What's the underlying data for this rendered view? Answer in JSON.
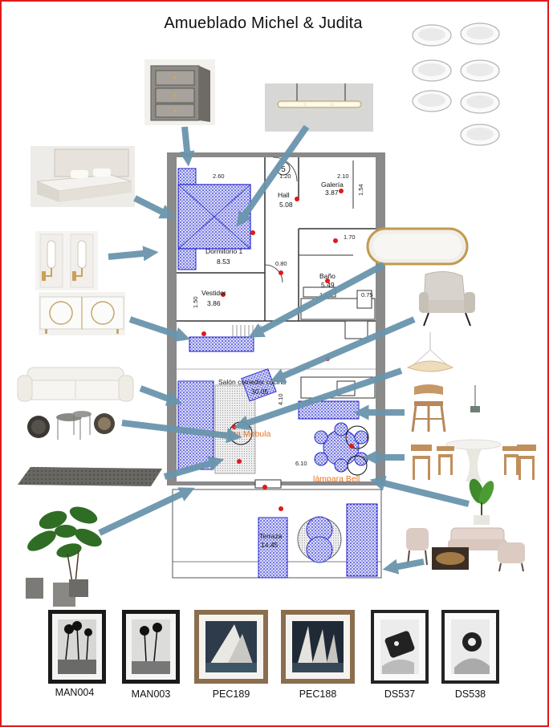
{
  "title": "Amueblado Michel & Judita",
  "colors": {
    "frame": "#e11b1b",
    "arrow": "#6a95ad",
    "zone_fill": "#3a3ad8",
    "label_orange": "#e8731e",
    "wall": "#8a8a8a",
    "dot": "#e01919"
  },
  "plan": {
    "room_number": "5",
    "dims": {
      "d260": "2.60",
      "d120": "1.20",
      "d210": "2.10",
      "d154": "1.54",
      "d170": "1.70",
      "d080": "0.80",
      "d165": "1.65",
      "d075": "0.75",
      "d150": "1.50",
      "d410": "4.10",
      "d610": "6.10"
    },
    "rooms": {
      "dormitorio_name": "Dormitorio 1",
      "dormitorio_area": "8.53",
      "hall_name": "Hall",
      "hall_area": "5.08",
      "galeria_name": "Galería",
      "galeria_area": "3.87",
      "bano_name": "Baño",
      "bano_area": "5.49",
      "vestidor_name": "Vestidor",
      "vestidor_area": "3.86",
      "salon_name": "Salón comedor cocina",
      "salon_area": "30.05",
      "terraza_name": "Terraza",
      "terraza_area": "14.45"
    },
    "lamp_labels": {
      "mobula": "lámpara Mobula",
      "bell": "lámpara Bell"
    }
  },
  "items": {
    "nightstand": "nightstand",
    "pendant_bar": "linear pendant lamp",
    "downlights": "LED downlights",
    "bed": "upholstered bed",
    "wall_sconces": "wall sconces",
    "sideboard": "sideboard",
    "mirror": "oval mirror",
    "armchair": "armchair",
    "sofa": "sofa",
    "side_tables": "side tables",
    "rug": "rug",
    "plant": "potted plant",
    "bell_pendant": "bell pendant",
    "bar_stool": "bar stool",
    "dining_set": "dining set",
    "banana_plant": "banana plant",
    "terrace_set": "terrace set"
  },
  "art": [
    {
      "code": "MAN004"
    },
    {
      "code": "MAN003"
    },
    {
      "code": "PEC189"
    },
    {
      "code": "PEC188"
    },
    {
      "code": "DS537"
    },
    {
      "code": "DS538"
    }
  ]
}
